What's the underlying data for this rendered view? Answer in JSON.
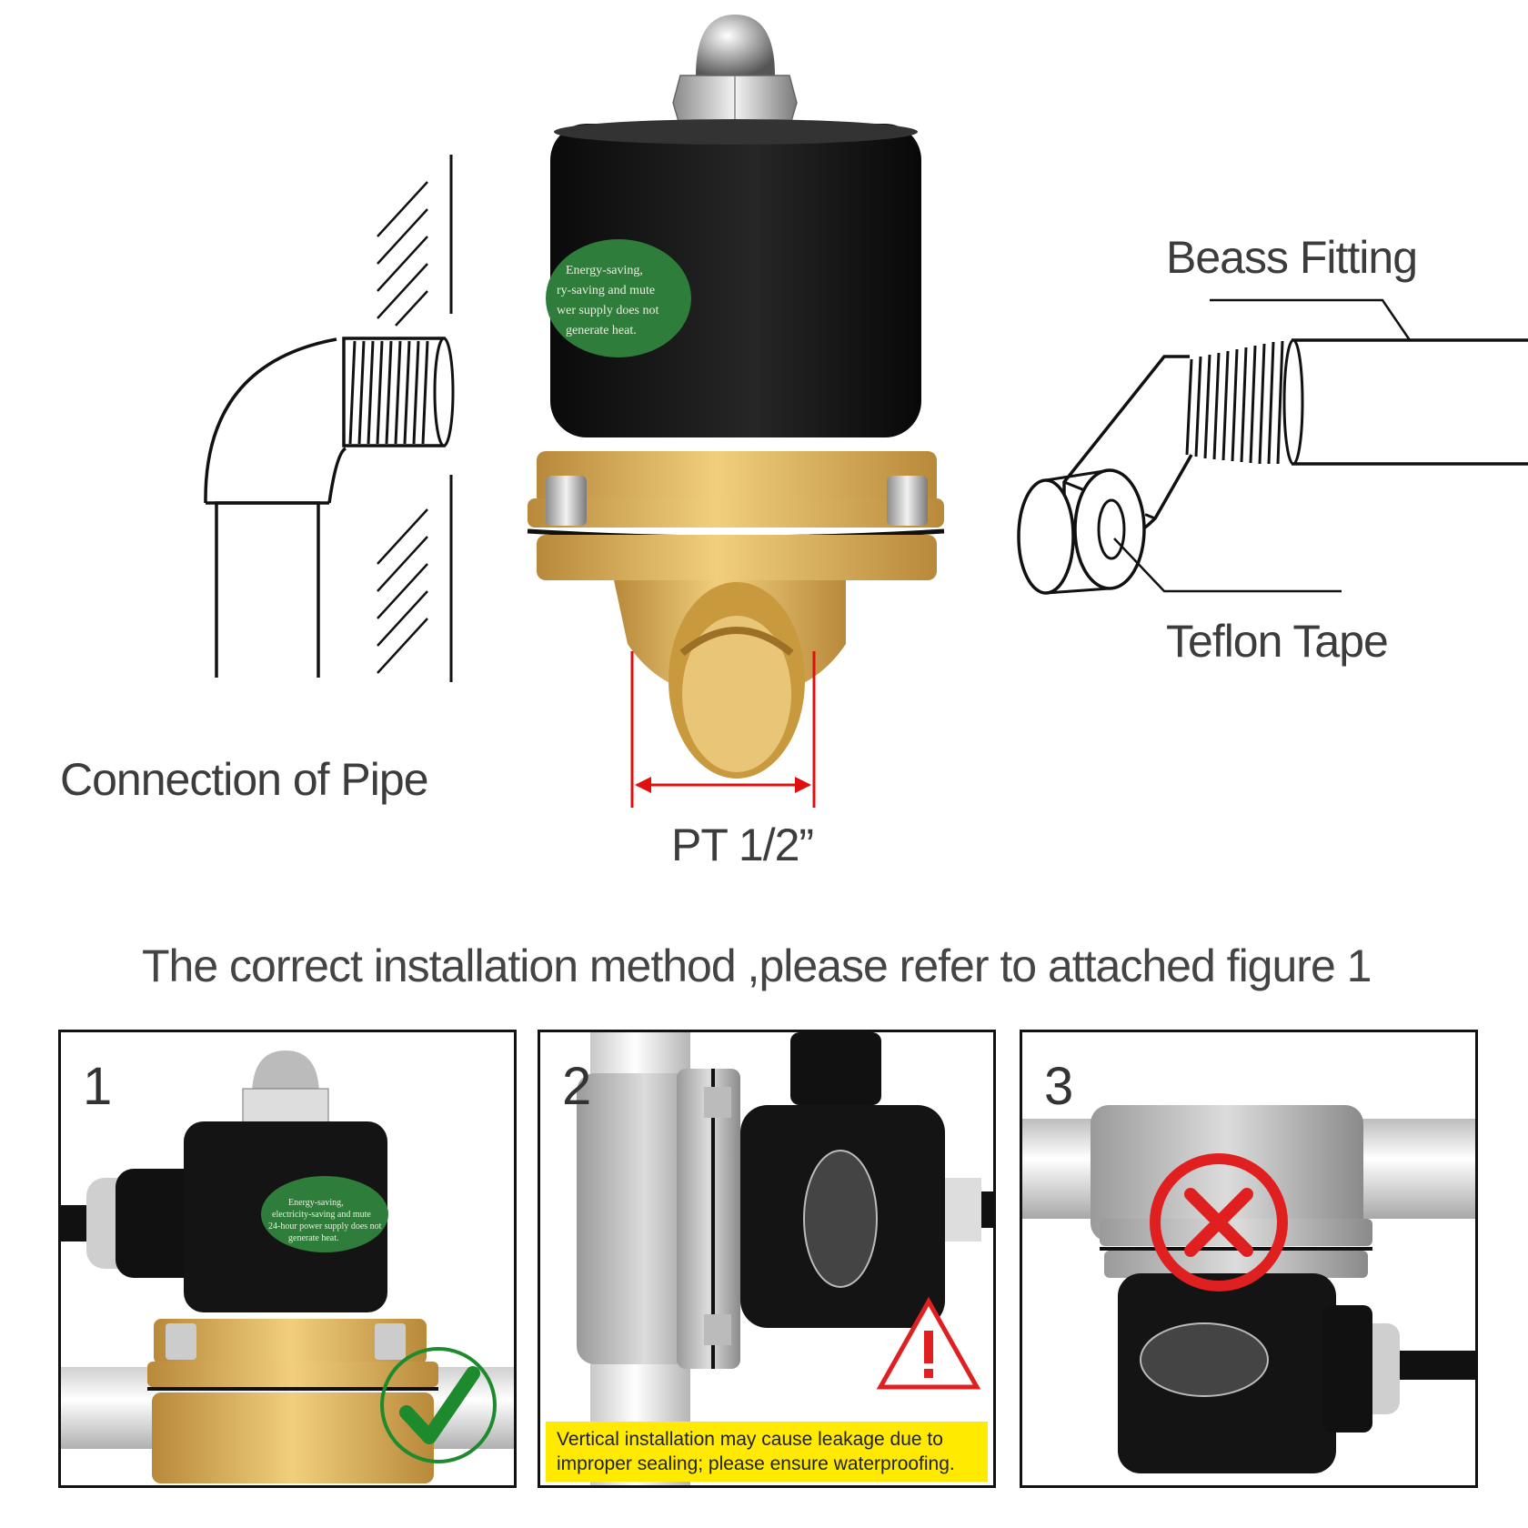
{
  "diagram": {
    "labels": {
      "connection_of_pipe": "Connection of Pipe",
      "beass_fitting": "Beass Fitting",
      "teflon_tape": "Teflon Tape",
      "pt_size": "PT 1/2”"
    },
    "product_sticker": [
      "Energy-saving,",
      "electricity-saving and mute",
      "24-hour power supply does not",
      "generate heat."
    ]
  },
  "instructions": {
    "heading": "The correct installation method ,please refer to attached figure 1"
  },
  "panels": [
    {
      "number": "1",
      "status": "correct",
      "status_icon": "check-icon",
      "status_color": "#1e8a2e"
    },
    {
      "number": "2",
      "status": "warning",
      "status_icon": "warning-triangle-icon",
      "status_color": "#e02020",
      "note_line1": "Vertical installation may cause leakage due to",
      "note_line2": "improper sealing; please ensure waterproofing."
    },
    {
      "number": "3",
      "status": "wrong",
      "status_icon": "cross-icon",
      "status_color": "#e02020"
    }
  ],
  "colors": {
    "brass": "#d8b25a",
    "coil": "#141414",
    "sticker": "#2f7d3a",
    "dimension": "#e01010"
  }
}
